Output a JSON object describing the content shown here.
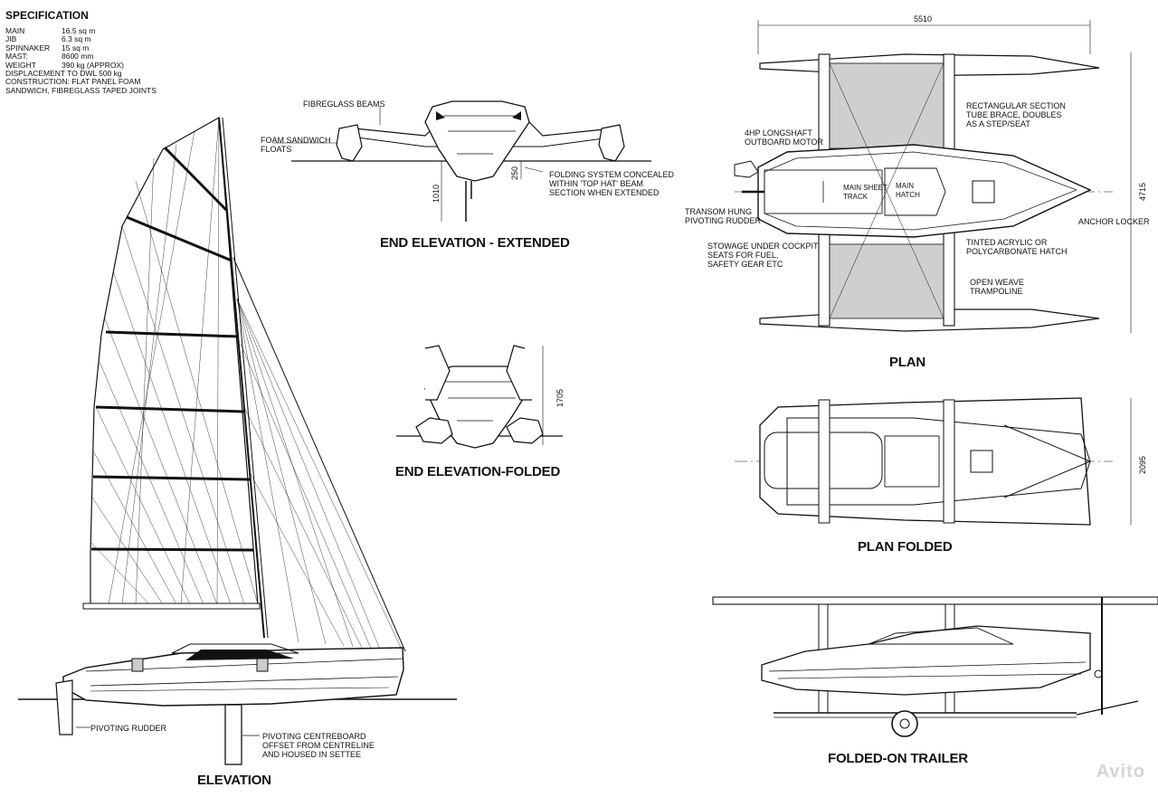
{
  "specification": {
    "title": "SPECIFICATION",
    "rows": [
      {
        "key": "MAIN",
        "value": "16.5 sq m"
      },
      {
        "key": "JIB",
        "value": "6.3 sq m"
      },
      {
        "key": "SPINNAKER",
        "value": "15 sq m"
      },
      {
        "key": "MAST:",
        "value": "8600 mm"
      },
      {
        "key": "WEIGHT",
        "value": "390 kg (APPROX)"
      }
    ],
    "notes": [
      "DISPLACEMENT TO DWL  500 kg",
      "CONSTRUCTION: FLAT PANEL FOAM",
      "SANDWICH, FIBREGLASS TAPED JOINTS"
    ]
  },
  "titles": {
    "end_extended": "END ELEVATION - EXTENDED",
    "end_folded": "END ELEVATION-FOLDED",
    "elevation": "ELEVATION",
    "plan": "PLAN",
    "plan_folded": "PLAN FOLDED",
    "trailer": "FOLDED-ON TRAILER"
  },
  "labels": {
    "fibreglass_beams": "FIBREGLASS BEAMS",
    "foam_floats": "FOAM SANDWICH\nFLOATS",
    "folding_system": "FOLDING SYSTEM CONCEALED\nWITHIN 'TOP HAT' BEAM\nSECTION WHEN EXTENDED",
    "outboard": "4HP LONGSHAFT\nOUTBOARD MOTOR",
    "tube_brace": "RECTANGULAR SECTION\nTUBE BRACE, DOUBLES\nAS A STEP/SEAT",
    "main_sheet": "MAIN SHEET\nTRACK",
    "main_hatch": "MAIN\nHATCH",
    "rudder_plan": "TRANSOM HUNG\nPIVOTING RUDDER",
    "anchor": "ANCHOR LOCKER",
    "stowage": "STOWAGE UNDER COCKPIT\nSEATS FOR FUEL,\nSAFETY GEAR ETC",
    "acrylic": "TINTED ACRYLIC OR\nPOLYCARBONATE HATCH",
    "trampoline": "OPEN WEAVE\nTRAMPOLINE",
    "pivot_rudder": "PIVOTING RUDDER",
    "centreboard": "PIVOTING CENTREBOARD\nOFFSET FROM CENTRELINE\nAND HOUSED IN SETTEE"
  },
  "dimensions": {
    "plan_length": "5510",
    "plan_beam": "4715",
    "folded_beam": "2095",
    "folded_height": "1705",
    "draft": "1010",
    "beam_clearance": "250"
  },
  "watermark": "Avito"
}
